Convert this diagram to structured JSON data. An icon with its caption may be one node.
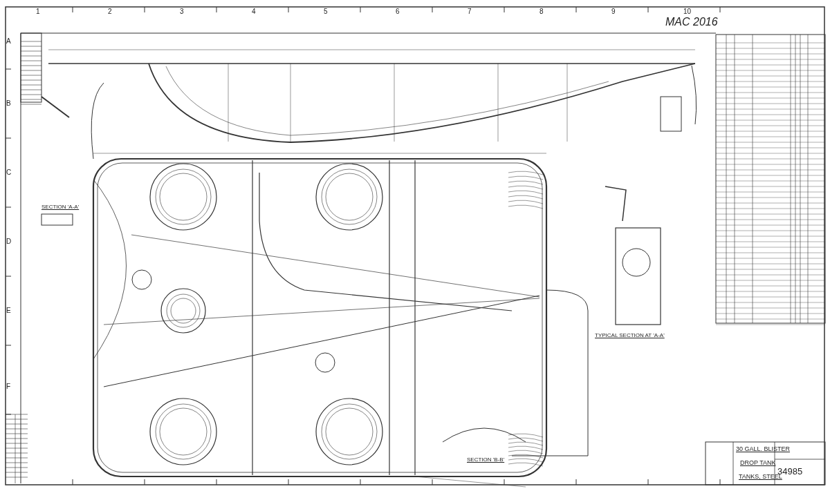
{
  "diagram": {
    "labels": [
      "MAC 2016",
      "1",
      "2",
      "3",
      "4",
      "5",
      "6",
      "7",
      "8",
      "9",
      "10",
      "A",
      "B",
      "C",
      "D",
      "E",
      "F",
      "SECTION 'A-A'",
      "TYPICAL SECTION AT 'A-A'",
      "SECTION 'B-B'",
      "30 GALL. BLISTER",
      "DROP TANK",
      "TANKS, STEEL",
      "34985"
    ]
  }
}
